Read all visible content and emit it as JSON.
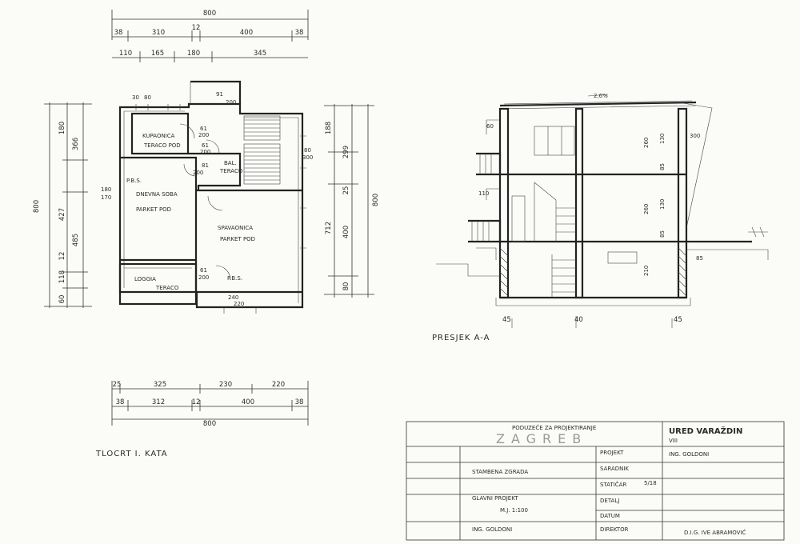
{
  "plan": {
    "top_dims": {
      "overall": "800",
      "row1": [
        "38",
        "310",
        "12",
        "400",
        "38"
      ],
      "row2": [
        "110",
        "165",
        "180",
        "345"
      ]
    },
    "left_dims": [
      "800",
      "366",
      "180",
      "427",
      "485",
      "118",
      "12",
      "60"
    ],
    "right_dims": [
      "188",
      "299",
      "800",
      "712",
      "25",
      "400",
      "80"
    ],
    "rooms": {
      "kupaonica": "KUPAONICA",
      "kupaonica_floor": "TERACO POD",
      "bal": "BAL.",
      "bal_floor": "TERACO",
      "dnevna": "DNEVNA SOBA",
      "dnevna_floor": "PARKET POD",
      "spavaonica": "SPAVAONICA",
      "spavaonica_floor": "PARKET POD",
      "loggia": "LOGGIA",
      "loggia_floor": "TERACO",
      "pbs1": "P.B.S.",
      "pbs2": "P.B.S."
    },
    "openings": [
      "30",
      "80",
      "61",
      "200",
      "91",
      "200",
      "61",
      "200",
      "81",
      "200",
      "240",
      "220",
      "180",
      "170",
      "80",
      "300",
      "61",
      "200"
    ],
    "bottom_dims": {
      "row1": [
        "25",
        "325",
        "230",
        "220"
      ],
      "row2": [
        "38",
        "312",
        "12",
        "400",
        "38"
      ],
      "overall": "800"
    },
    "caption": "TLOCRT I. KATA"
  },
  "section": {
    "slope": "2,6%",
    "dims_right": [
      "260",
      "130",
      "85",
      "260",
      "130",
      "85",
      "210",
      "300"
    ],
    "dims_left": [
      "60",
      "110"
    ],
    "dims_mid": [
      "85"
    ],
    "bottom_dims": [
      "45",
      "40",
      "45"
    ],
    "caption": "PRESJEK A-A"
  },
  "title_block": {
    "company_line": "PODUZEĆE ZA PROJEKTIRANJE",
    "company": "ZAGREB",
    "office": "URED VARAŽDIN",
    "office_sub": "VIII",
    "labels": {
      "project": "PROJEKT",
      "collaborator": "SARADNIK",
      "statics": "STATIČAR",
      "detail": "DETALJ",
      "date": "DATUM",
      "director": "DIREKTOR"
    },
    "values": {
      "project_name": "ING. GOLDONI",
      "building": "STAMBENA ZGRADA",
      "drawing": "GLAVNI PROJEKT",
      "scale": "M.J. 1:100",
      "author": "ING. GOLDONI",
      "static_no": "5/18",
      "director_name": "D.I.G. IVE ABRAMOVIĆ"
    }
  }
}
